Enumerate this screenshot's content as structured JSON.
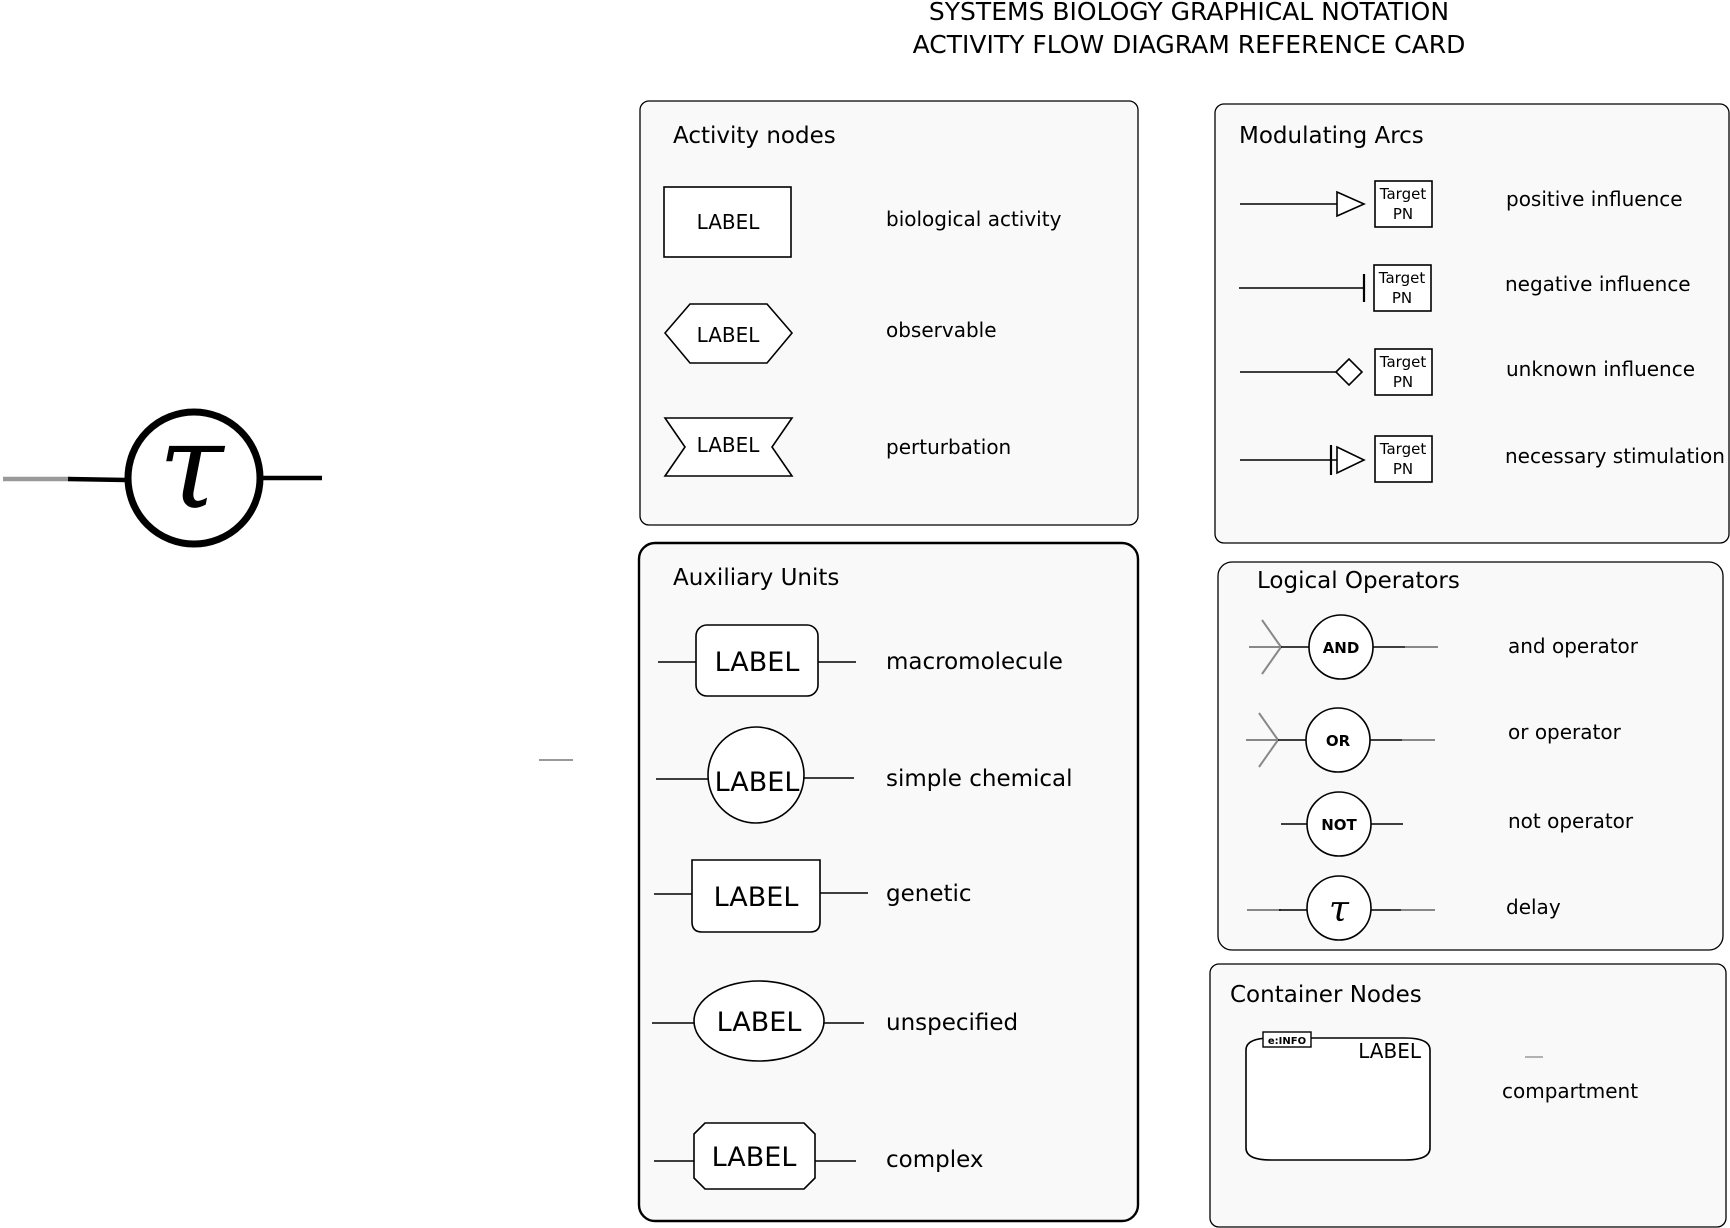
{
  "title": {
    "line1": "SYSTEMS BIOLOGY GRAPHICAL NOTATION",
    "line2": "ACTIVITY FLOW DIAGRAM REFERENCE CARD"
  },
  "large_delay": {
    "symbol": "τ"
  },
  "activity_nodes": {
    "title": "Activity nodes",
    "items": [
      {
        "glyph_label": "LABEL",
        "description": "biological activity"
      },
      {
        "glyph_label": "LABEL",
        "description": "observable"
      },
      {
        "glyph_label": "LABEL",
        "description": "perturbation"
      }
    ]
  },
  "modulating_arcs": {
    "title": "Modulating Arcs",
    "target_line1": "Target",
    "target_line2": "PN",
    "items": [
      {
        "description": "positive influence"
      },
      {
        "description": "negative influence"
      },
      {
        "description": "unknown influence"
      },
      {
        "description": "necessary stimulation"
      }
    ]
  },
  "auxiliary_units": {
    "title": "Auxiliary Units",
    "items": [
      {
        "glyph_label": "LABEL",
        "description": "macromolecule"
      },
      {
        "glyph_label": "LABEL",
        "description": "simple chemical"
      },
      {
        "glyph_label": "LABEL",
        "description": "genetic"
      },
      {
        "glyph_label": "LABEL",
        "description": "unspecified"
      },
      {
        "glyph_label": "LABEL",
        "description": "complex"
      }
    ]
  },
  "logical_operators": {
    "title": "Logical Operators",
    "items": [
      {
        "symbol": "AND",
        "description": "and operator"
      },
      {
        "symbol": "OR",
        "description": "or operator"
      },
      {
        "symbol": "NOT",
        "description": "not operator"
      },
      {
        "symbol": "τ",
        "description": "delay"
      }
    ]
  },
  "container_nodes": {
    "title": "Container Nodes",
    "unit_of_information": "e:INFO",
    "glyph_label": "LABEL",
    "description": "compartment"
  }
}
